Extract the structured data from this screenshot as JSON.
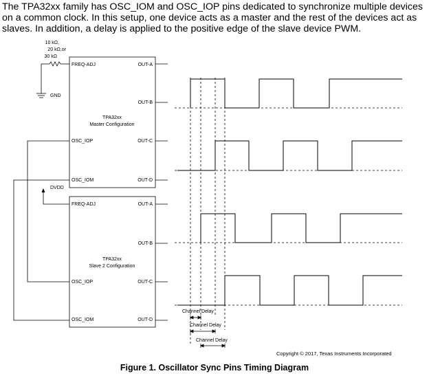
{
  "intro": "The TPA32xx family has OSC_IOM and OSC_IOP pins dedicated to synchronize multiple devices on a common clock. In this setup, one device acts as a master and the rest of the devices act as slaves. In addition, a delay is applied to the positive edge of the slave device PWM.",
  "resistor": {
    "line1": "10 kΩ,",
    "line2": "20 kΩ,or",
    "line3": "30 kΩ"
  },
  "gnd": "GND",
  "dvdd": "DVDD",
  "master": {
    "name": "TPA32xx",
    "config": "Master Configuration",
    "pins": {
      "freq_adj": "FREQ-ADJ",
      "osc_iop": "OSC_IOP",
      "osc_iom": "OSC_IOM",
      "out_a": "OUT-A",
      "out_b": "OUT-B",
      "out_c": "OUT-C",
      "out_d": "OUT-D"
    }
  },
  "slave": {
    "name": "TPA32xx",
    "config": "Slave 2 Configuration",
    "pins": {
      "freq_adj": "FREQ-ADJ",
      "osc_iop": "OSC_IOP",
      "osc_iom": "OSC_IOM",
      "out_a": "OUT-A",
      "out_b": "OUT-B",
      "out_c": "OUT-C",
      "out_d": "OUT-D"
    }
  },
  "delays": [
    "Channel Delay",
    "Channel Delay",
    "Channel Delay"
  ],
  "copyright": "Copyright © 2017, Texas Instruments Incorporated",
  "caption": "Figure 1. Oscillator Sync Pins Timing Diagram"
}
